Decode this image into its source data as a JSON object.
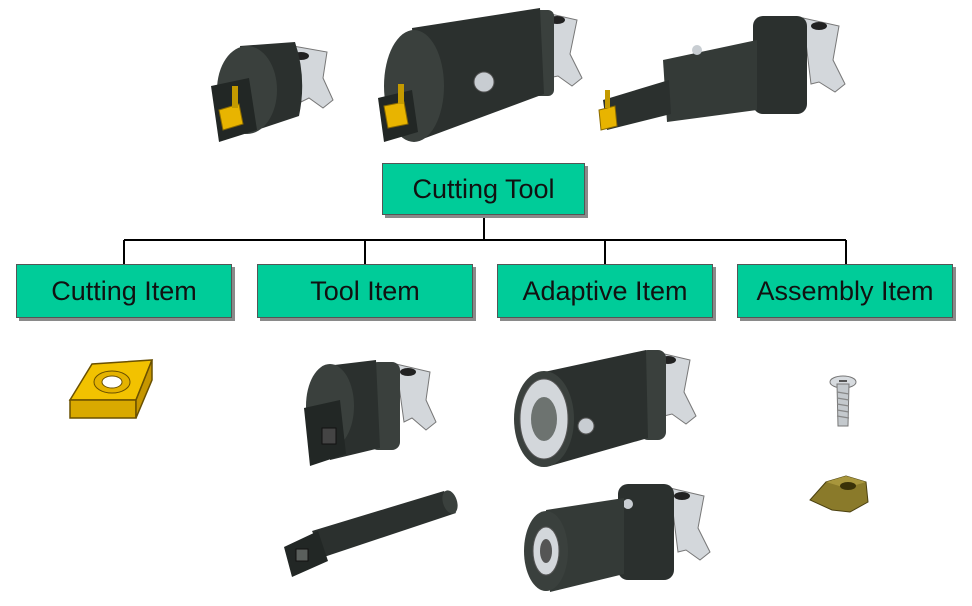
{
  "root": {
    "label": "Cutting Tool"
  },
  "children": [
    {
      "label": "Cutting Item"
    },
    {
      "label": "Tool Item"
    },
    {
      "label": "Adaptive Item"
    },
    {
      "label": "Assembly Item"
    }
  ],
  "colors": {
    "box": "#00cc99",
    "tool_body": "#2b302e",
    "insert": "#e8b400",
    "steel": "#c8cdd2",
    "brass": "#8a7a2a"
  }
}
